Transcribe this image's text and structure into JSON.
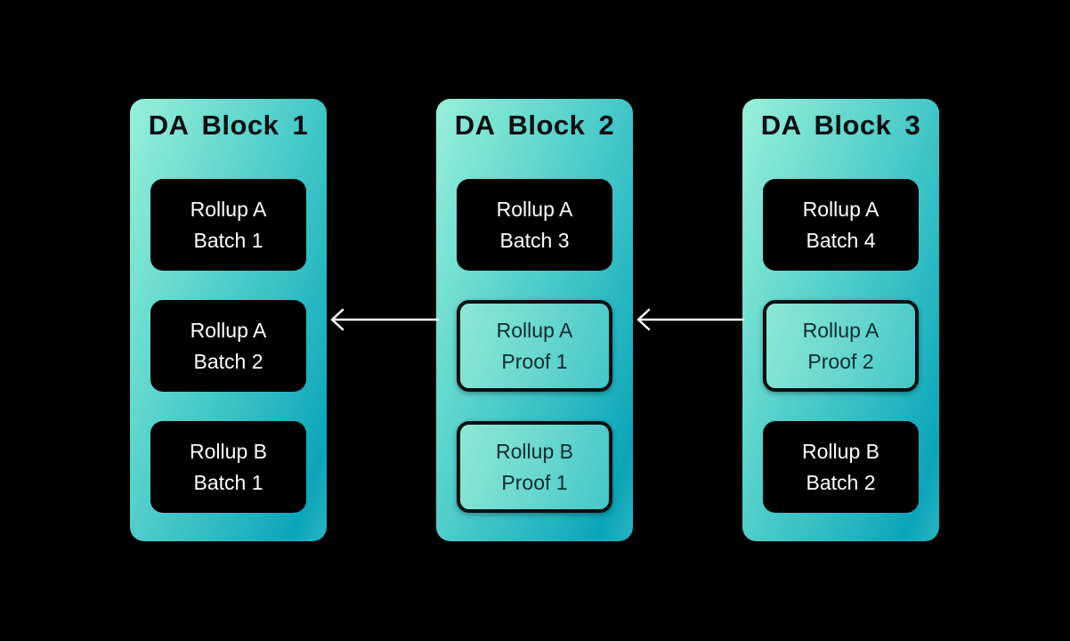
{
  "colors": {
    "background": "#000000",
    "block_gradient_start": "#98f0d8",
    "block_gradient_end": "#0ba5ba",
    "batch_box": "#000000",
    "batch_text": "#ffffff",
    "proof_border": "#0a0f12",
    "arrow": "#ffffff"
  },
  "blocks": [
    {
      "title": "DA  Block 1",
      "cells": [
        {
          "kind": "batch",
          "line1": "Rollup A",
          "line2": "Batch 1"
        },
        {
          "kind": "batch",
          "line1": "Rollup A",
          "line2": "Batch 2"
        },
        {
          "kind": "batch",
          "line1": "Rollup B",
          "line2": "Batch 1"
        }
      ]
    },
    {
      "title": "DA  Block 2",
      "cells": [
        {
          "kind": "batch",
          "line1": "Rollup A",
          "line2": "Batch 3"
        },
        {
          "kind": "proof",
          "line1": "Rollup A",
          "line2": "Proof 1"
        },
        {
          "kind": "proof",
          "line1": "Rollup B",
          "line2": "Proof 1"
        }
      ]
    },
    {
      "title": "DA  Block 3",
      "cells": [
        {
          "kind": "batch",
          "line1": "Rollup A",
          "line2": "Batch 4"
        },
        {
          "kind": "proof",
          "line1": "Rollup A",
          "line2": "Proof 2"
        },
        {
          "kind": "batch",
          "line1": "Rollup B",
          "line2": "Batch 2"
        }
      ]
    }
  ],
  "arrows": [
    {
      "from": "block-2",
      "to": "block-1",
      "icon": "arrow-left-icon"
    },
    {
      "from": "block-3",
      "to": "block-2",
      "icon": "arrow-left-icon"
    }
  ]
}
